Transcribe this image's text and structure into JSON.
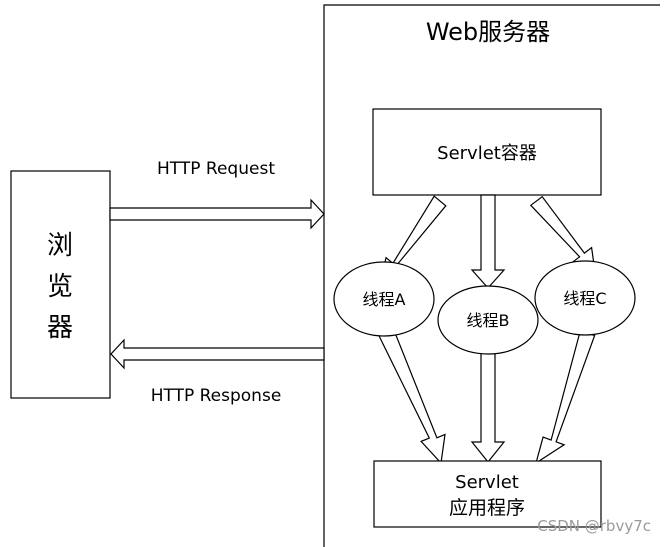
{
  "browser": {
    "chars": [
      "浏",
      "览",
      "器"
    ]
  },
  "server": {
    "title": "Web服务器"
  },
  "container": {
    "label": "Servlet容器"
  },
  "threads": {
    "a": "线程A",
    "b": "线程B",
    "c": "线程C"
  },
  "app": {
    "line1": "Servlet",
    "line2": "应用程序"
  },
  "request": {
    "label": "HTTP Request"
  },
  "response": {
    "label": "HTTP Response"
  },
  "watermark": "CSDN @rbvy7c"
}
